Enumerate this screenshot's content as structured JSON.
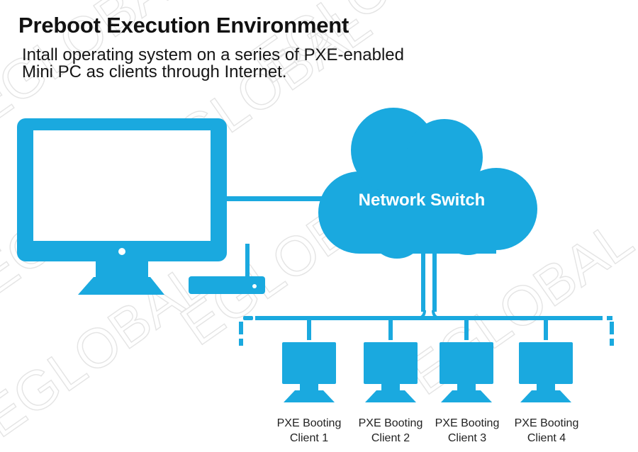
{
  "header": {
    "title": "Preboot Execution Environment",
    "subtitle_lines": [
      "Intall operating system on a series of PXE-enabled",
      "Mini PC as clients through Internet."
    ]
  },
  "diagram": {
    "accent_color": "#1aa9df",
    "server_monitor_icon": "desktop-monitor-icon",
    "pxe_server_icon": "mini-pc-router-icon",
    "cloud": {
      "label": "Network Switch",
      "icon": "cloud-icon"
    },
    "clients": [
      {
        "line1": "PXE Booting",
        "line2": "Client 1"
      },
      {
        "line1": "PXE Booting",
        "line2": "Client 2"
      },
      {
        "line1": "PXE Booting",
        "line2": "Client 3"
      },
      {
        "line1": "PXE Booting",
        "line2": "Client 4"
      }
    ]
  },
  "watermark": {
    "text": "EGLOBAL",
    "color": "#e2e2e2"
  }
}
